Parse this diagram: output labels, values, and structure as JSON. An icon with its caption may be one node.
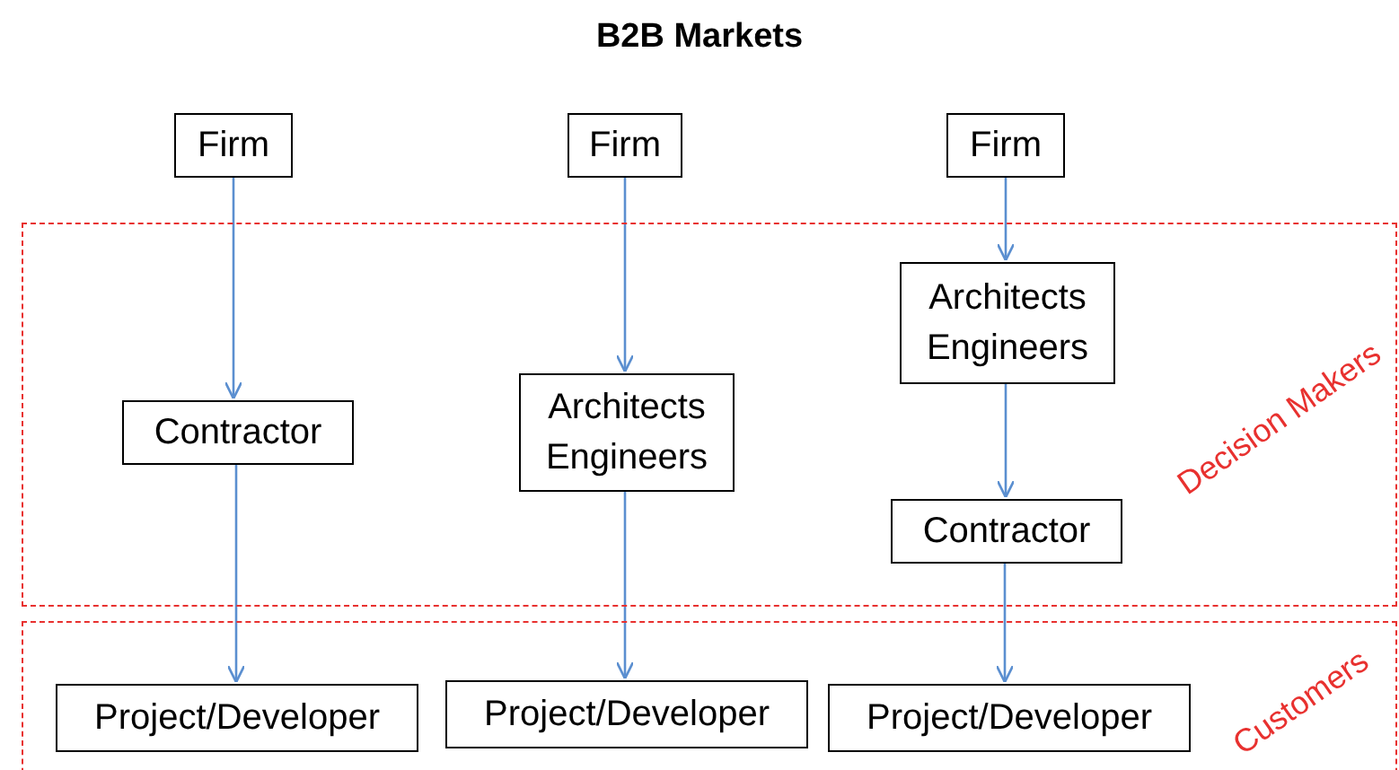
{
  "diagram": {
    "title": "B2B Markets",
    "nodes": [
      {
        "text": [
          "Firm"
        ]
      },
      {
        "text": [
          "Firm"
        ]
      },
      {
        "text": [
          "Firm"
        ]
      },
      {
        "text": [
          "Decision Makers"
        ]
      },
      {
        "text": [
          "Contractor"
        ],
        "in": 3
      },
      {
        "text": [
          "Architects Engineers"
        ],
        "in": 3
      },
      {
        "text": [
          "Architects Engineers"
        ],
        "in": 3
      },
      {
        "text": [
          "Contractor"
        ],
        "in": 3
      },
      {
        "text": [
          "Customers"
        ]
      },
      {
        "text": [
          "Project/Developer"
        ],
        "in": 8
      },
      {
        "text": [
          "Project/Developer"
        ],
        "in": 8
      },
      {
        "text": [
          "Project/Developer"
        ],
        "in": 8
      }
    ],
    "edges": [
      {
        "from": 0,
        "to": 4,
        "arrow": "to"
      },
      {
        "from": 4,
        "to": 9,
        "arrow": "to"
      },
      {
        "from": 1,
        "to": 5,
        "arrow": "to"
      },
      {
        "from": 5,
        "to": 10,
        "arrow": "to"
      },
      {
        "from": 2,
        "to": 6,
        "arrow": "to"
      },
      {
        "from": 6,
        "to": 7,
        "arrow": "to"
      },
      {
        "from": 7,
        "to": 11,
        "arrow": "to"
      }
    ]
  }
}
